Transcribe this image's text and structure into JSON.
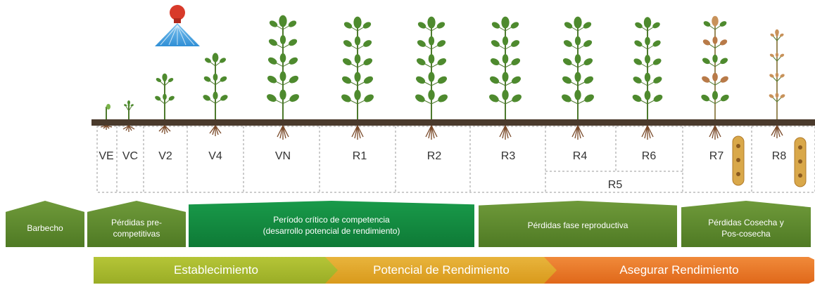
{
  "stages": [
    "VE",
    "VC",
    "V2",
    "V4",
    "VN",
    "R1",
    "R2",
    "R3",
    "R4",
    "R6",
    "R7",
    "R8"
  ],
  "stage_r5": "R5",
  "phases": {
    "barbecho": "Barbecho",
    "precompetitivas_line1": "Pérdidas pre-",
    "precompetitivas_line2": "competitivas",
    "critico_line1": "Período crítico de competencia",
    "critico_line2": "(desarrollo potencial de rendimiento)",
    "reproductiva": "Pérdidas fase reproductiva",
    "cosecha_line1": "Pérdidas Cosecha y",
    "cosecha_line2": "Pos-cosecha"
  },
  "arrows": {
    "establecimiento": "Establecimiento",
    "potencial": "Potencial de Rendimiento",
    "asegurar": "Asegurar Rendimiento"
  },
  "colors": {
    "soil": "#4a3a2c",
    "leaf": "#4e8a2e",
    "root": "#7a4a2a",
    "phase_green": "#5e8a2e",
    "phase_critical": "#13884a",
    "arrow_green": "#a8bb2e",
    "arrow_yellow": "#e3a82c",
    "arrow_orange": "#e8762a",
    "sprayer_red": "#d83a2a",
    "spray_blue": "#2f8fd6"
  }
}
